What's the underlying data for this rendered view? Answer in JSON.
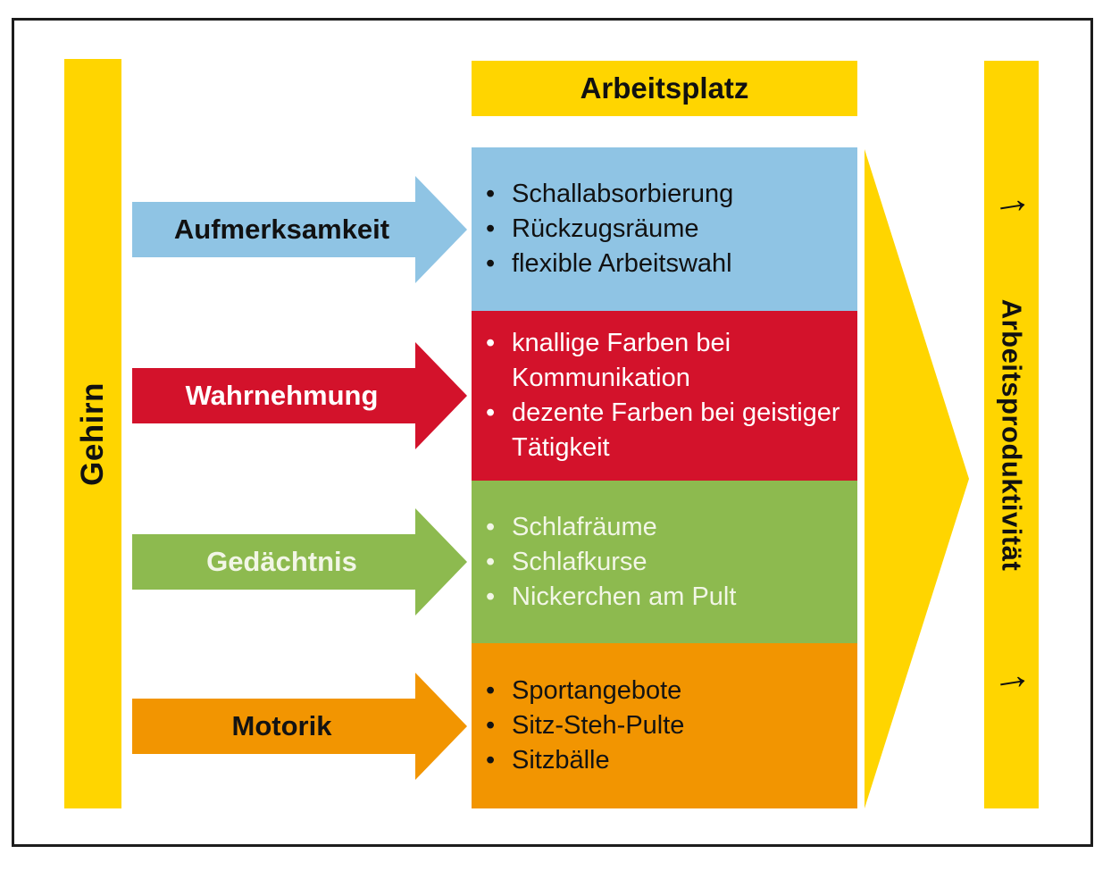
{
  "diagram": {
    "left_bar": {
      "label": "Gehirn"
    },
    "workplace_header": {
      "label": "Arbeitsplatz"
    },
    "rows": [
      {
        "function": "Aufmerksamkeit",
        "measures": [
          "Schallabsorbierung",
          "Rückzugsräume",
          "flexible Arbeitswahl"
        ]
      },
      {
        "function": "Wahrnehmung",
        "measures": [
          "knallige Farben bei Kommunikation",
          "dezente Farben bei geistiger Tätigkeit"
        ]
      },
      {
        "function": "Gedächtnis",
        "measures": [
          "Schlafräume",
          "Schlafkurse",
          "Nickerchen am Pult"
        ]
      },
      {
        "function": "Motorik",
        "measures": [
          "Sportangebote",
          "Sitz-Steh-Pulte",
          "Sitzbälle"
        ]
      }
    ],
    "right_bar": {
      "label": "Arbeitsproduktivität",
      "arrow_glyph": "→"
    },
    "colors": {
      "yellow": "#FFD500",
      "blue": "#8FC4E4",
      "red": "#D3122B",
      "green": "#8DBA4F",
      "orange": "#F29501",
      "frame_border": "#1C1C1C"
    }
  }
}
